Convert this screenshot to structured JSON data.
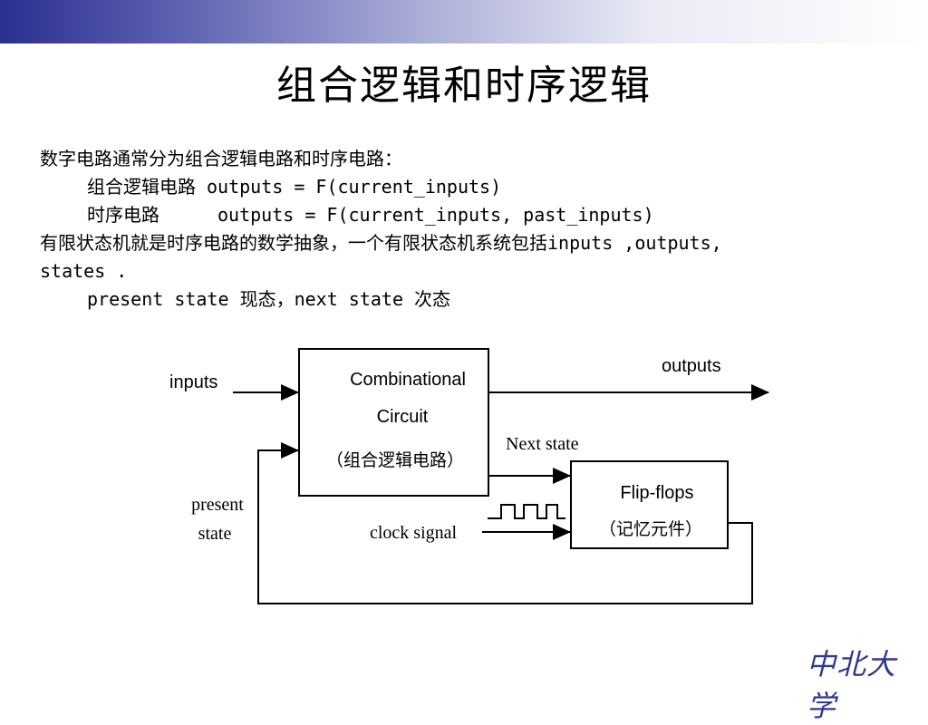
{
  "slide": {
    "title": "组合逻辑和时序逻辑"
  },
  "body": {
    "line1": "数字电路通常分为组合逻辑电路和时序电路：",
    "line2_label": "组合逻辑电路",
    "line2_expr": "outputs = F(current_inputs)",
    "line3_label": "时序电路",
    "line3_expr": "outputs = F(current_inputs, past_inputs)",
    "line4": "有限状态机就是时序电路的数学抽象，一个有限状态机系统包括inputs ,outputs,",
    "line5": "states .",
    "line6": "present state 现态，next state 次态"
  },
  "diagram": {
    "inputs_label": "inputs",
    "outputs_label": "outputs",
    "comb_title1": "Combinational",
    "comb_title2": "Circuit",
    "comb_cn": "（组合逻辑电路）",
    "next_state_label": "Next state",
    "flipflops_title": "Flip-flops",
    "flipflops_cn": "（记忆元件）",
    "present_label1": "present",
    "present_label2": "state",
    "clock_label": "clock signal"
  },
  "logo": {
    "text": "中北大学",
    "color": "#2f3a8f"
  },
  "colors": {
    "banner_start": "#2b2f8f",
    "banner_end": "#ffffff"
  }
}
